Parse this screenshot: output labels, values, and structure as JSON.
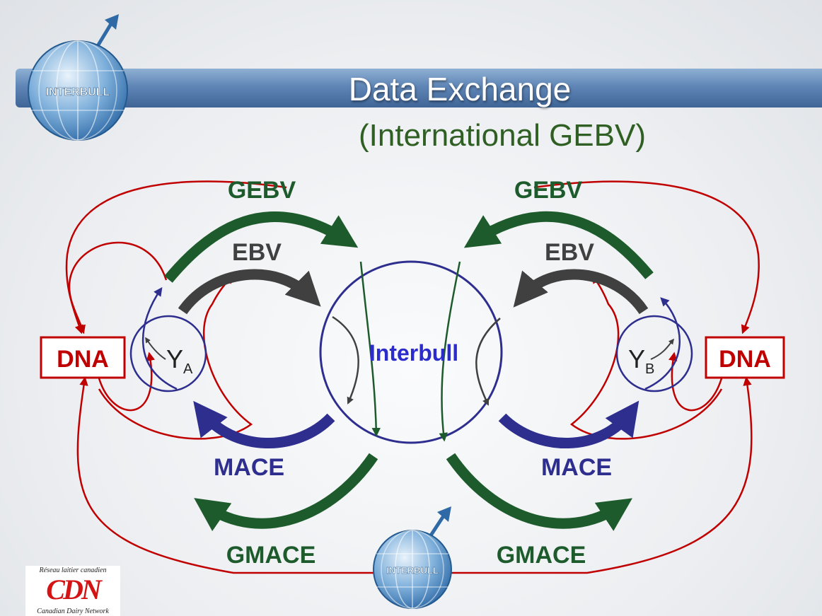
{
  "slide": {
    "title": "Data Exchange",
    "subtitle": "(International GEBV)"
  },
  "logos": {
    "globe_text": "INTERBULL",
    "cdn_top_text": "Réseau laitier canadien",
    "cdn_mark": "CDN",
    "cdn_bottom_text": "Canadian Dairy Network"
  },
  "diagram": {
    "center_label": "Interbull",
    "left_node": {
      "label": "DNA",
      "trait_letter": "Y",
      "trait_subscript": "A"
    },
    "right_node": {
      "label": "DNA",
      "trait_letter": "Y",
      "trait_subscript": "B"
    },
    "flows": {
      "gebv_left": "GEBV",
      "gebv_right": "GEBV",
      "ebv_left": "EBV",
      "ebv_right": "EBV",
      "mace_left": "MACE",
      "mace_right": "MACE",
      "gmace_left": "GMACE",
      "gmace_right": "GMACE"
    }
  },
  "colors": {
    "dna_red": "#c00000",
    "gebv_green": "#1e5b2c",
    "ebv_gray": "#404040",
    "mace_blue": "#2e2e8f",
    "interbull_text": "#2c2ccc",
    "title_bar": "#5f86b6"
  }
}
